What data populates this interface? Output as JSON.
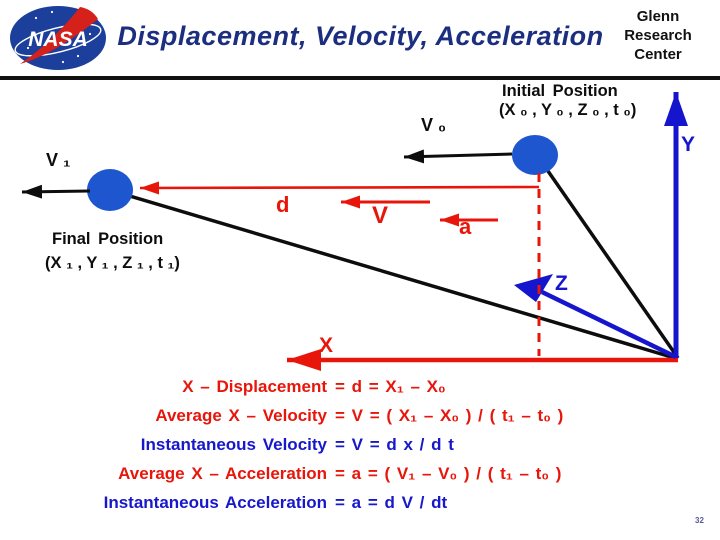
{
  "header": {
    "logo_text": "NASA",
    "title": "Displacement, Velocity, Acceleration",
    "org": {
      "line1": "Glenn",
      "line2": "Research",
      "line3": "Center"
    }
  },
  "diagram": {
    "initial_position": {
      "title": "Initial Position",
      "coords": "(X ₀ ,  Y ₀ , Z ₀ , t ₀)"
    },
    "final_position": {
      "title": "Final Position",
      "coords": "(X ₁ , Y ₁ , Z ₁ , t ₁)"
    },
    "labels": {
      "v0": "V ₀",
      "v1": "V ₁",
      "d": "d",
      "v": "V",
      "a": "a",
      "x_axis": "X",
      "y_axis": "Y",
      "z_axis": "Z"
    }
  },
  "equations": [
    {
      "label": "X – Displacement",
      "formula": "=  d  =  X₁ – X₀",
      "color": "red"
    },
    {
      "label": "Average  X – Velocity",
      "formula": "=  V  = ( X₁ – X₀ ) / ( t₁ – t₀ )",
      "color": "red"
    },
    {
      "label": "Instantaneous  Velocity",
      "formula": "=  V  =  d x / d t",
      "color": "blue"
    },
    {
      "label": "Average  X – Acceleration",
      "formula": "=  a  = ( V₁ – V₀ ) / ( t₁ – t₀ )",
      "color": "red"
    },
    {
      "label": "Instantaneous  Acceleration",
      "formula": "=  a  =  d V / dt",
      "color": "blue"
    }
  ],
  "footer": {
    "page_number": "32"
  },
  "colors": {
    "accent_red": "#e8150b",
    "accent_blue": "#1515cd",
    "title_navy": "#1c2e7f",
    "point_blue": "#1e56d0",
    "logo_blue": "#1c3f9b"
  }
}
